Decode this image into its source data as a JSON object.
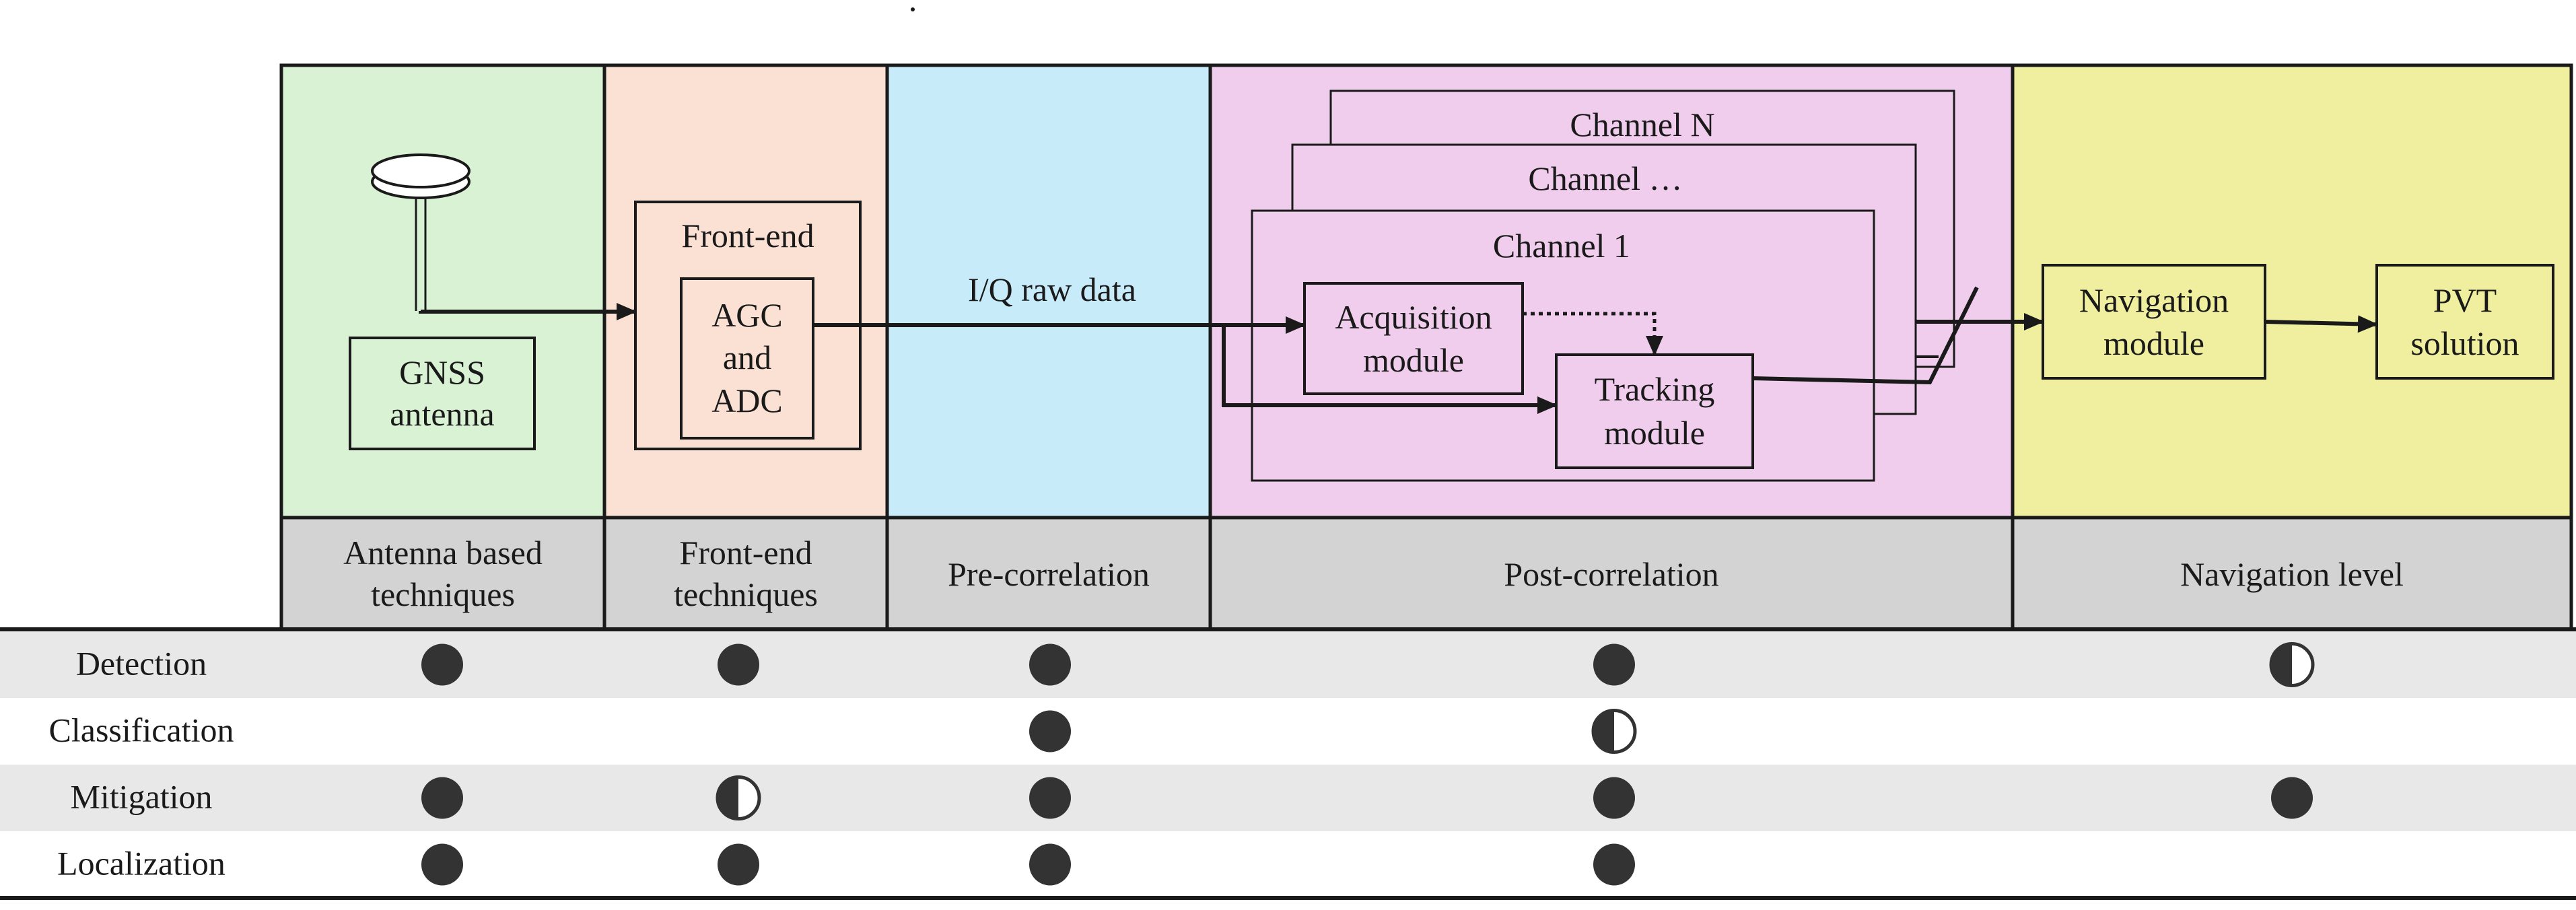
{
  "colors": {
    "antenna_bg": "#d9f2d4",
    "frontend_bg": "#fbe1d4",
    "precorr_bg": "#c8ebfa",
    "postcorr_bg": "#f0cdec",
    "nav_bg": "#f0ef9f",
    "category_bg": "#d3d3d3",
    "row_shade": "#e8e8e8",
    "stroke": "#1a1a1a",
    "dot": "#333333"
  },
  "diagram": {
    "gnss_antenna_label": [
      "GNSS",
      "antenna"
    ],
    "frontend_title": "Front-end",
    "agc_label": [
      "AGC",
      "and",
      "ADC"
    ],
    "iq_label": "I/Q raw data",
    "channel_n": "Channel N",
    "channel_dots": "Channel …",
    "channel_1": "Channel 1",
    "acquisition_label": [
      "Acquisition",
      "module"
    ],
    "tracking_label": [
      "Tracking",
      "module"
    ],
    "navigation_label": [
      "Navigation",
      "module"
    ],
    "pvt_label": [
      "PVT",
      "solution"
    ]
  },
  "categories": [
    [
      "Antenna based",
      "techniques"
    ],
    [
      "Front-end",
      "techniques"
    ],
    [
      "Pre-correlation"
    ],
    [
      "Post-correlation"
    ],
    [
      "Navigation level"
    ]
  ],
  "rows": [
    {
      "label": "Detection",
      "marks": [
        "full",
        "full",
        "full",
        "full",
        "half"
      ]
    },
    {
      "label": "Classification",
      "marks": [
        "none",
        "none",
        "full",
        "half",
        "none"
      ]
    },
    {
      "label": "Mitigation",
      "marks": [
        "full",
        "half",
        "full",
        "full",
        "full"
      ]
    },
    {
      "label": "Localization",
      "marks": [
        "full",
        "full",
        "full",
        "full",
        "none"
      ]
    }
  ]
}
